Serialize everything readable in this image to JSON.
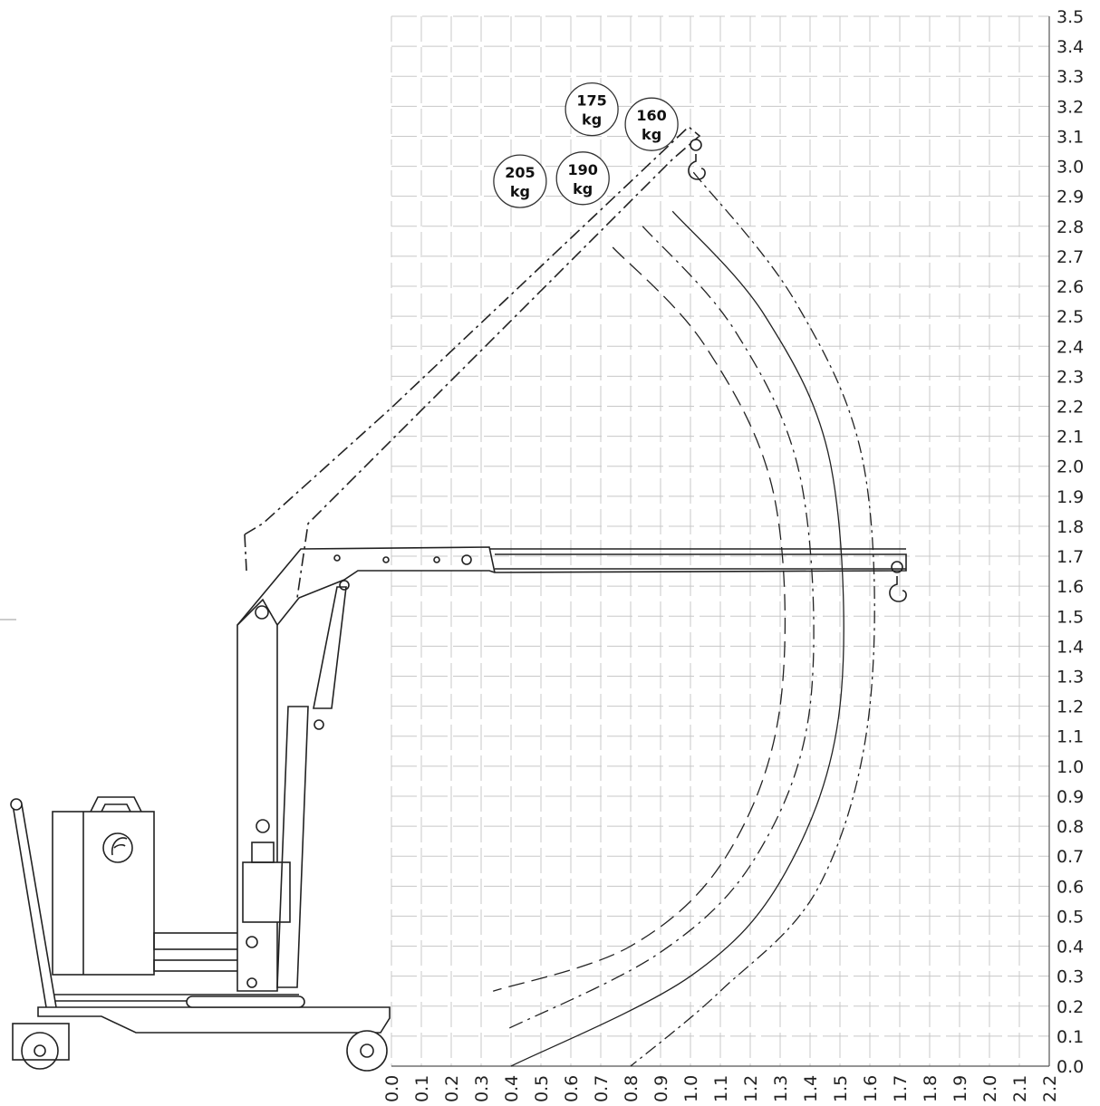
{
  "chart_data": {
    "type": "line",
    "x_ticks": [
      "0.0",
      "0.1",
      "0.2",
      "0.3",
      "0.4",
      "0.5",
      "0.6",
      "0.7",
      "0.8",
      "0.9",
      "1.0",
      "1.1",
      "1.2",
      "1.3",
      "1.4",
      "1.5",
      "1.6",
      "1.7",
      "1.8",
      "1.9",
      "2.0",
      "2.1",
      "2.2"
    ],
    "y_ticks": [
      "0.0",
      "0.1",
      "0.2",
      "0.3",
      "0.4",
      "0.5",
      "0.6",
      "0.7",
      "0.8",
      "0.9",
      "1.0",
      "1.1",
      "1.2",
      "1.3",
      "1.4",
      "1.5",
      "1.6",
      "1.7",
      "1.8",
      "1.9",
      "2.0",
      "2.1",
      "2.2",
      "2.3",
      "2.4",
      "2.5",
      "2.6",
      "2.7",
      "2.8",
      "2.9",
      "3.0",
      "3.1",
      "3.2",
      "3.3",
      "3.4",
      "3.5"
    ],
    "xlim": [
      0,
      2.2
    ],
    "ylim": [
      0,
      3.5
    ],
    "grid": true,
    "series": [
      {
        "name": "205 kg",
        "x": [
          0.74,
          1.05,
          1.28,
          1.3,
          1.12,
          0.8,
          0.34
        ],
        "y": [
          2.73,
          2.4,
          1.9,
          1.2,
          0.7,
          0.4,
          0.25
        ]
      },
      {
        "name": "190 kg",
        "x": [
          0.84,
          1.15,
          1.37,
          1.4,
          1.22,
          0.9,
          0.38
        ],
        "y": [
          2.8,
          2.45,
          1.95,
          1.2,
          0.7,
          0.38,
          0.12
        ]
      },
      {
        "name": "175 kg",
        "x": [
          0.94,
          1.25,
          1.47,
          1.5,
          1.32,
          1.0,
          0.4
        ],
        "y": [
          2.85,
          2.5,
          2.0,
          1.2,
          0.65,
          0.3,
          0.0
        ]
      },
      {
        "name": "160 kg",
        "x": [
          1.01,
          1.35,
          1.58,
          1.6,
          1.43,
          1.1,
          0.8
        ],
        "y": [
          2.98,
          2.55,
          2.0,
          1.2,
          0.6,
          0.25,
          0.0
        ]
      }
    ]
  },
  "badges": [
    {
      "weight": "205",
      "unit": "kg",
      "x": 0.43,
      "y": 2.95
    },
    {
      "weight": "190",
      "unit": "kg",
      "x": 0.64,
      "y": 2.96
    },
    {
      "weight": "175",
      "unit": "kg",
      "x": 0.67,
      "y": 3.19
    },
    {
      "weight": "160",
      "unit": "kg",
      "x": 0.87,
      "y": 3.14
    }
  ]
}
